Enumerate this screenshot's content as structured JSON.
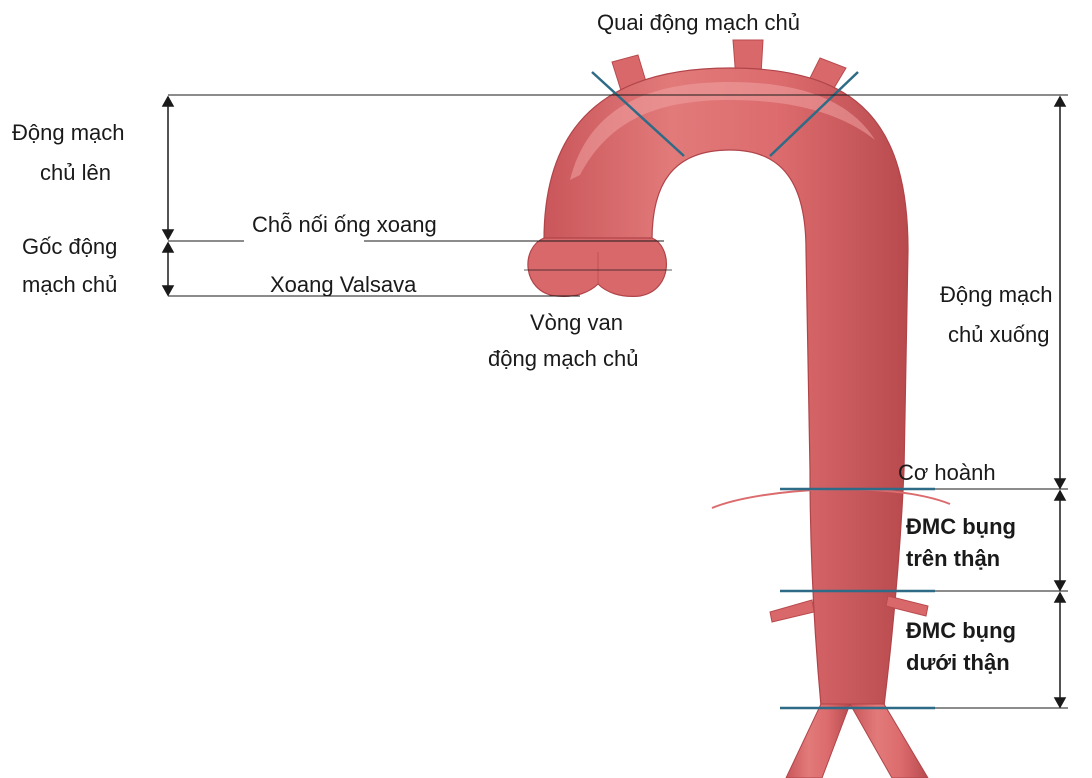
{
  "colors": {
    "aorta_fill": "#dc6b6d",
    "aorta_highlight": "#ee9a99",
    "aorta_shade": "#b84a4e",
    "marker_line": "#2e6b86",
    "dimension_line": "#1a1a1a",
    "text": "#1a1a1a"
  },
  "labels": {
    "aortic_arch": "Quai động mạch chủ",
    "ascending_line1": "Động mạch",
    "ascending_line2": "chủ lên",
    "root_line1": "Gốc động",
    "root_line2": "mạch chủ",
    "sinotubular_junction": "Chỗ nối ống xoang",
    "sinus_valsalva": "Xoang Valsava",
    "annulus_line1": "Vòng van",
    "annulus_line2": "động mạch chủ",
    "descending_line1": "Động mạch",
    "descending_line2": "chủ xuống",
    "diaphragm": "Cơ hoành",
    "suprarenal_line1": "ĐMC bụng",
    "suprarenal_line2": "trên thận",
    "infrarenal_line1": "ĐMC bụng",
    "infrarenal_line2": "dưới thận"
  }
}
